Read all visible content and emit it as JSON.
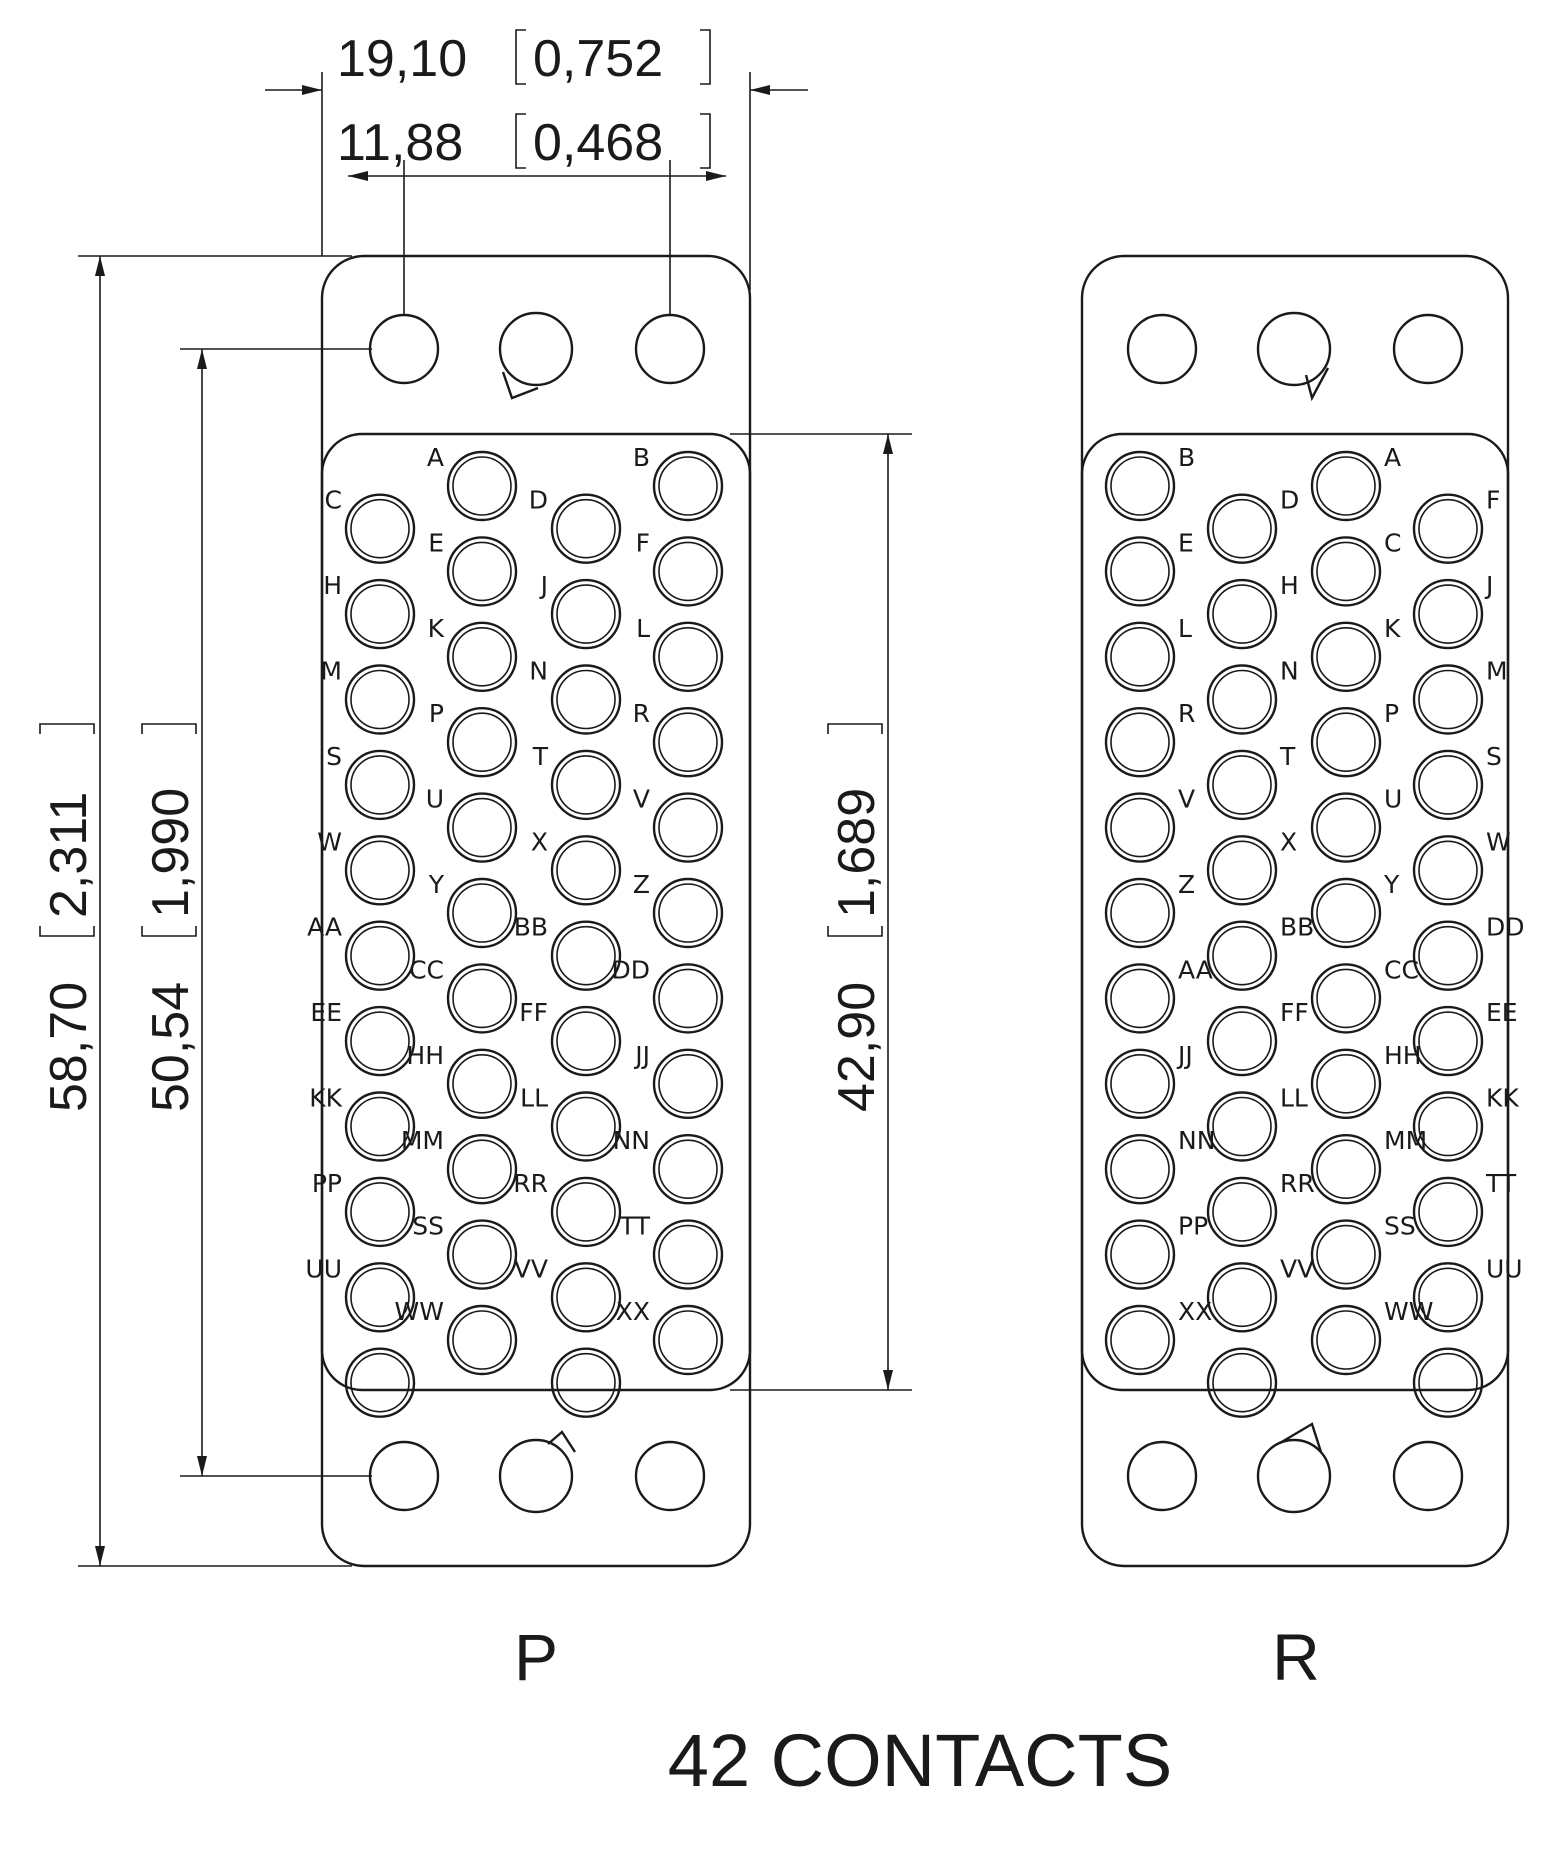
{
  "dimensions": {
    "overall_width": "19,10",
    "overall_width_in": "0,752",
    "hole_pitch": "11,88",
    "hole_pitch_in": "0,468",
    "overall_height": "58,70",
    "overall_height_in": "2,311",
    "hole_pitch_vertical": "50,54",
    "hole_pitch_vertical_in": "1,990",
    "insert_height": "42,90",
    "insert_height_in": "1,689"
  },
  "views": [
    {
      "label": "P"
    },
    {
      "label": "R"
    }
  ],
  "caption": "42 CONTACTS",
  "contacts_p": [
    "A",
    "B",
    "C",
    "D",
    "E",
    "F",
    "H",
    "J",
    "K",
    "L",
    "M",
    "N",
    "P",
    "R",
    "S",
    "T",
    "U",
    "V",
    "W",
    "X",
    "Y",
    "Z",
    "AA",
    "BB",
    "CC",
    "DD",
    "EE",
    "FF",
    "HH",
    "JJ",
    "KK",
    "LL",
    "MM",
    "NN",
    "PP",
    "RR",
    "SS",
    "TT",
    "UU",
    "VV",
    "WW",
    "XX"
  ],
  "contacts_r": [
    "B",
    "A",
    "D",
    "F",
    "E",
    "C",
    "H",
    "J",
    "L",
    "K",
    "N",
    "M",
    "R",
    "P",
    "T",
    "S",
    "V",
    "U",
    "X",
    "W",
    "Z",
    "Y",
    "BB",
    "DD",
    "AA",
    "CC",
    "FF",
    "EE",
    "JJ",
    "HH",
    "LL",
    "KK",
    "NN",
    "MM",
    "RR",
    "TT",
    "PP",
    "SS",
    "VV",
    "UU",
    "XX",
    "WW"
  ]
}
